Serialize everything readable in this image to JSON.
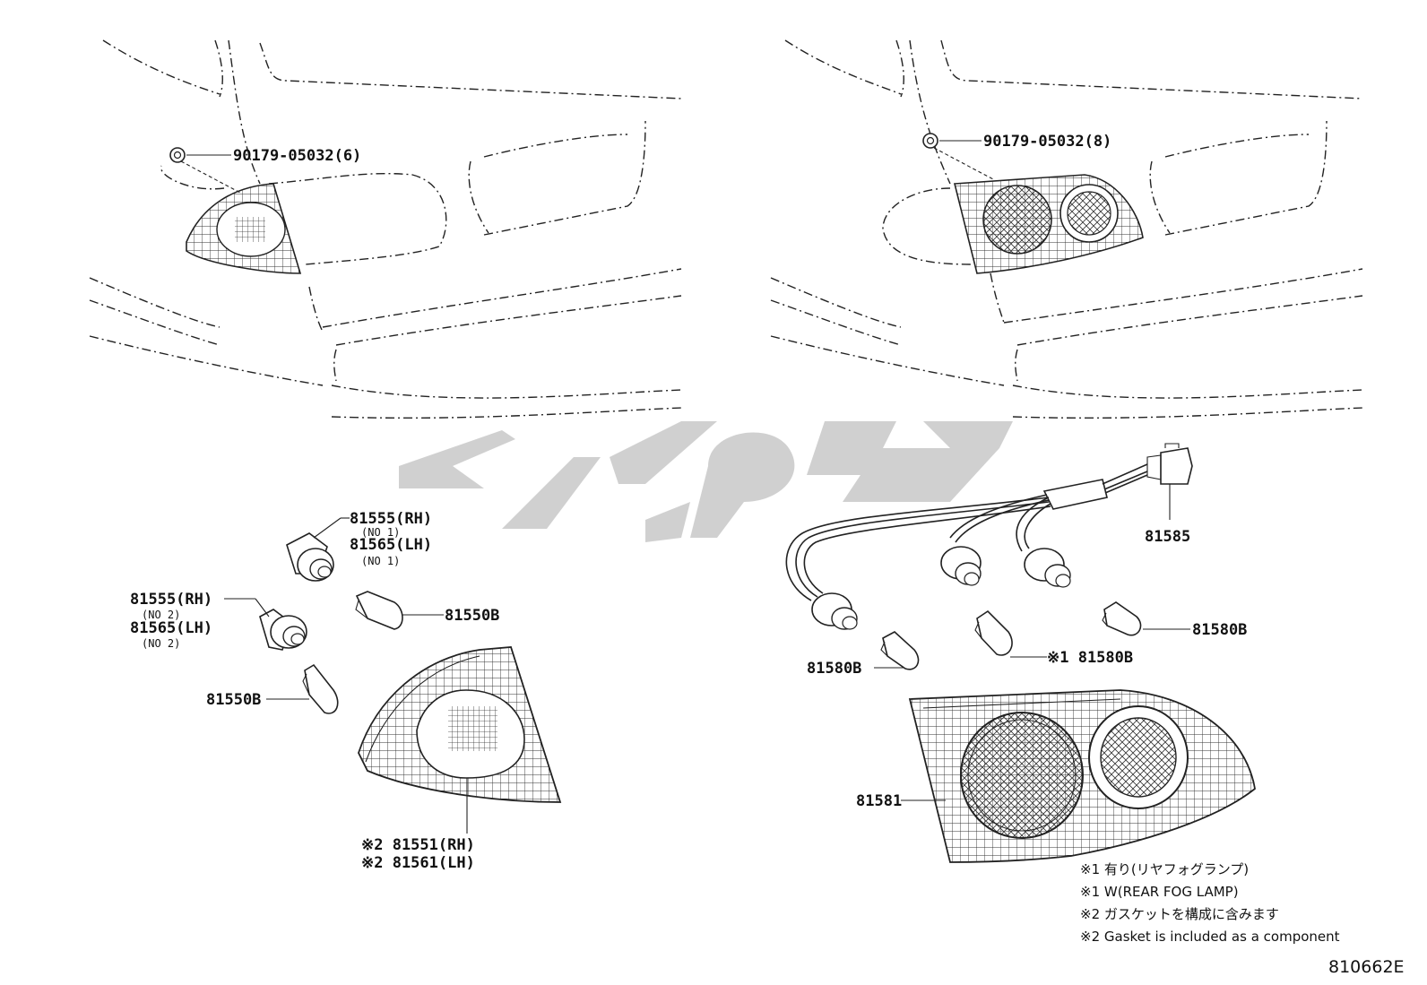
{
  "labels": {
    "screw_left": "90179-05032(6)",
    "screw_right": "90179-05032(8)",
    "socket_no1_rh": "81555(RH)",
    "socket_no1_tag_a": "(NO 1)",
    "socket_no1_lh": "81565(LH)",
    "socket_no1_tag_b": "(NO 1)",
    "socket_no2_rh": "81555(RH)",
    "socket_no2_tag_a": "(NO 2)",
    "socket_no2_lh": "81565(LH)",
    "socket_no2_tag_b": "(NO 2)",
    "bulb_upper": "81550B",
    "bulb_lower": "81550B",
    "lens_rh": "※2 81551(RH)",
    "lens_lh": "※2 81561(LH)",
    "wire_harness": "81585",
    "bulb_right_a": "81580B",
    "bulb_left_a": "81580B",
    "bulb_fog": "※1 81580B",
    "lamp_inner": "81581"
  },
  "notes": [
    "※1 有り(リヤフォグランプ)",
    "※1 W(REAR FOG LAMP)",
    "※2 ガスケットを構成に含みます",
    "※2 Gasket is included as a component"
  ],
  "diagram_code": "810662E"
}
